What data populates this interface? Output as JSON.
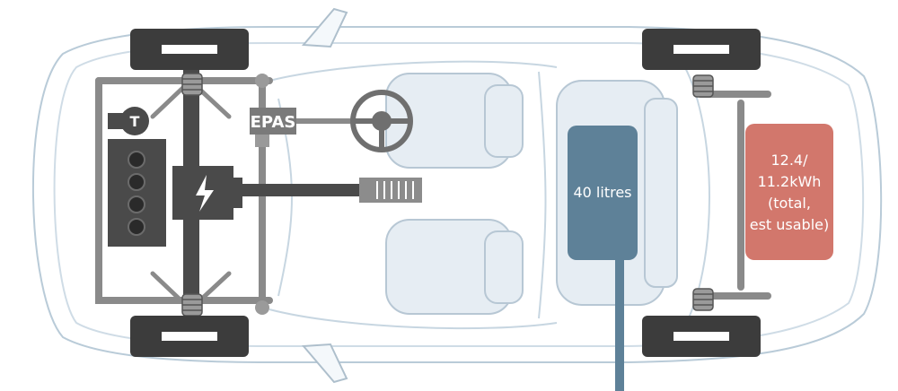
{
  "labels": {
    "steering": "EPAS",
    "turbo": "T",
    "fuel_tank": "40 litres",
    "battery": [
      "12.4/",
      "11.2kWh",
      "(total,",
      "est usable)"
    ]
  },
  "colors": {
    "outline": "#b9cbd8",
    "drivetrain": "#4a4a4a",
    "frame": "#8a8a8a",
    "tyre": "#3c3c3c",
    "seat": "#e6edf3",
    "fuel_tank": "#5e8198",
    "battery": "#d2776c"
  }
}
